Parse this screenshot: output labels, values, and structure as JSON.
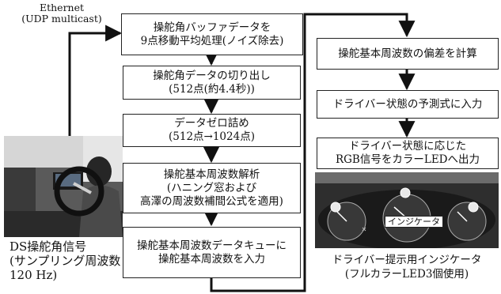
{
  "network": {
    "line1": "Ethernet",
    "line2": "(UDP multicast)"
  },
  "steps_left": [
    {
      "lines": [
        "操舵角バッファデータを",
        "9点移動平均処理(ノイズ除去)"
      ]
    },
    {
      "lines": [
        "操舵角データの切り出し",
        "(512点(約4.4秒))"
      ]
    },
    {
      "lines": [
        "データゼロ詰め",
        "(512点→1024点)"
      ]
    },
    {
      "lines": [
        "操舵基本周波数解析",
        "(ハニング窓および",
        "高澤の周波数補間公式を適用)"
      ]
    },
    {
      "lines": [
        "操舵基本周波数データキューに",
        "操舵基本周波数を入力"
      ]
    }
  ],
  "steps_right": [
    {
      "lines": [
        "操舵基本周波数の偏差を計算"
      ]
    },
    {
      "lines": [
        "ドライバー状態の予測式に入力"
      ]
    },
    {
      "lines": [
        "ドライバー状態に応じた",
        "RGB信号をカラーLEDへ出力"
      ]
    }
  ],
  "source_caption": [
    "DS操舵角信号",
    "(サンプリング周波数",
    "120 Hz)"
  ],
  "indicator_tag": "インジケータ",
  "indicator_caption": [
    "ドライバー提示用インジケータ",
    "(フルカラーLED3個使用)"
  ],
  "colors": {
    "line": "#111111",
    "led": "#e8e8e8"
  }
}
